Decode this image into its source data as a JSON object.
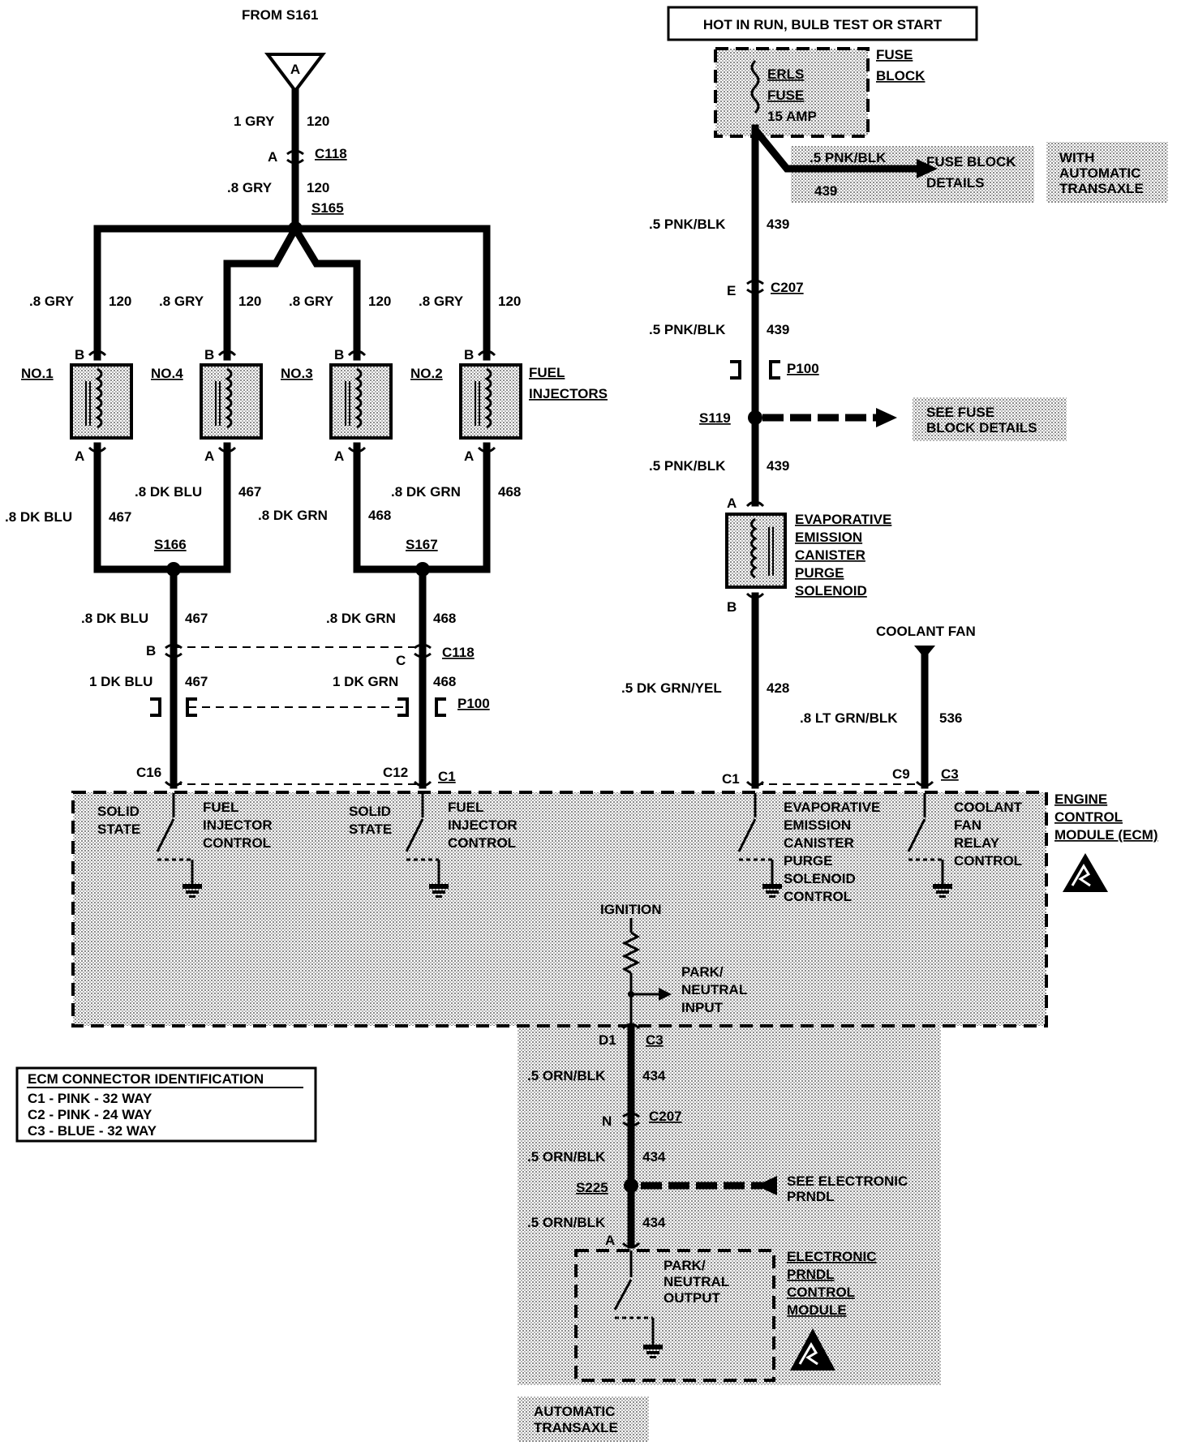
{
  "header": {
    "from_source": "FROM S161",
    "power_label": "HOT IN RUN, BULB TEST OR START"
  },
  "source_arrow_letter": "A",
  "left_circuit": {
    "top_wire_1": {
      "gauge": "1 GRY",
      "circuit": "120"
    },
    "top_connector": {
      "pin": "A",
      "name": "C118"
    },
    "top_wire_2": {
      "gauge": ".8 GRY",
      "circuit": "120"
    },
    "splice_top": "S165",
    "injector_feed": [
      {
        "gauge": ".8 GRY",
        "circuit": "120"
      },
      {
        "gauge": ".8 GRY",
        "circuit": "120"
      },
      {
        "gauge": ".8 GRY",
        "circuit": "120"
      },
      {
        "gauge": ".8 GRY",
        "circuit": "120"
      }
    ],
    "injectors": [
      {
        "name": "NO.1",
        "pin_top": "B",
        "pin_bottom": "A"
      },
      {
        "name": "NO.4",
        "pin_top": "B",
        "pin_bottom": "A"
      },
      {
        "name": "NO.3",
        "pin_top": "B",
        "pin_bottom": "A"
      },
      {
        "name": "NO.2",
        "pin_top": "B",
        "pin_bottom": "A"
      }
    ],
    "injector_label": [
      "FUEL",
      "INJECTORS"
    ],
    "injector_out": [
      {
        "gauge": ".8 DK BLU",
        "circuit": "467"
      },
      {
        "gauge": ".8 DK BLU",
        "circuit": "467"
      },
      {
        "gauge": ".8 DK GRN",
        "circuit": "468"
      },
      {
        "gauge": ".8 DK GRN",
        "circuit": "468"
      }
    ],
    "splices": [
      "S166",
      "S167"
    ],
    "lower_wires": [
      {
        "gauge": ".8 DK BLU",
        "circuit": "467",
        "pin": "B",
        "gauge2": "1 DK BLU",
        "circuit2": "467"
      },
      {
        "gauge": ".8 DK GRN",
        "circuit": "468",
        "pin": "C",
        "gauge2": "1 DK GRN",
        "circuit2": "468"
      }
    ],
    "mid_connector": "C118",
    "p100": "P100",
    "ecm_pins": [
      {
        "pin": "C16",
        "conn": ""
      },
      {
        "pin": "C12",
        "conn": "C1"
      }
    ]
  },
  "right_circuit": {
    "fuse_block": [
      "FUSE",
      "BLOCK"
    ],
    "fuse": [
      "ERLS",
      "FUSE",
      "15 AMP"
    ],
    "fuse_branch": {
      "gauge": ".5 PNK/BLK",
      "circuit": "439",
      "dest": [
        "FUSE BLOCK",
        "DETAILS"
      ]
    },
    "with_auto": [
      "WITH",
      "AUTOMATIC",
      "TRANSAXLE"
    ],
    "wire_1": {
      "gauge": ".5 PNK/BLK",
      "circuit": "439"
    },
    "conn_c207": {
      "pin": "E",
      "name": "C207"
    },
    "wire_2": {
      "gauge": ".5 PNK/BLK",
      "circuit": "439"
    },
    "p100": "P100",
    "splice": "S119",
    "see_fuse": [
      "SEE FUSE",
      "BLOCK DETAILS"
    ],
    "wire_3": {
      "gauge": ".5 PNK/BLK",
      "circuit": "439"
    },
    "solenoid_pin_top": "A",
    "solenoid_pin_bottom": "B",
    "solenoid": [
      "EVAPORATIVE",
      "EMISSION",
      "CANISTER",
      "PURGE",
      "SOLENOID"
    ],
    "wire_4": {
      "gauge": ".5 DK GRN/YEL",
      "circuit": "428"
    },
    "coolant_fan": "COOLANT FAN",
    "fan_wire": {
      "gauge": ".8 LT GRN/BLK",
      "circuit": "536"
    },
    "ecm_pins": [
      {
        "pin": "C1",
        "conn": ""
      },
      {
        "pin": "C9",
        "conn": "C3"
      }
    ]
  },
  "ecm": {
    "name": [
      "ENGINE",
      "CONTROL",
      "MODULE (ECM)"
    ],
    "drivers": [
      {
        "left": [
          "SOLID",
          "STATE"
        ],
        "right": [
          "FUEL",
          "INJECTOR",
          "CONTROL"
        ]
      },
      {
        "left": [
          "SOLID",
          "STATE"
        ],
        "right": [
          "FUEL",
          "INJECTOR",
          "CONTROL"
        ]
      },
      {
        "left": [],
        "right": [
          "EVAPORATIVE",
          "EMISSION",
          "CANISTER",
          "PURGE",
          "SOLENOID",
          "CONTROL"
        ]
      },
      {
        "left": [],
        "right": [
          "COOLANT",
          "FAN",
          "RELAY",
          "CONTROL"
        ]
      }
    ],
    "ignition": "IGNITION",
    "park_neutral_input": [
      "PARK/",
      "NEUTRAL",
      "INPUT"
    ]
  },
  "bottom_circuit": {
    "pin_d1": "D1",
    "conn_c3": "C3",
    "wire_1": {
      "gauge": ".5 ORN/BLK",
      "circuit": "434"
    },
    "conn_c207": {
      "pin": "N",
      "name": "C207"
    },
    "wire_2": {
      "gauge": ".5 ORN/BLK",
      "circuit": "434"
    },
    "splice": "S225",
    "see_prndl": [
      "SEE ELECTRONIC",
      "PRNDL"
    ],
    "wire_3": {
      "gauge": ".5 ORN/BLK",
      "circuit": "434"
    },
    "pin_a": "A",
    "park_neutral_output": [
      "PARK/",
      "NEUTRAL",
      "OUTPUT"
    ],
    "module": [
      "ELECTRONIC",
      "PRNDL",
      "CONTROL",
      "MODULE"
    ],
    "auto_label": [
      "AUTOMATIC",
      "TRANSAXLE"
    ]
  },
  "ecm_connector_id": {
    "title": "ECM CONNECTOR IDENTIFICATION",
    "rows": [
      "C1 - PINK - 32 WAY",
      "C2 - PINK - 24 WAY",
      "C3 - BLUE - 32 WAY"
    ]
  }
}
